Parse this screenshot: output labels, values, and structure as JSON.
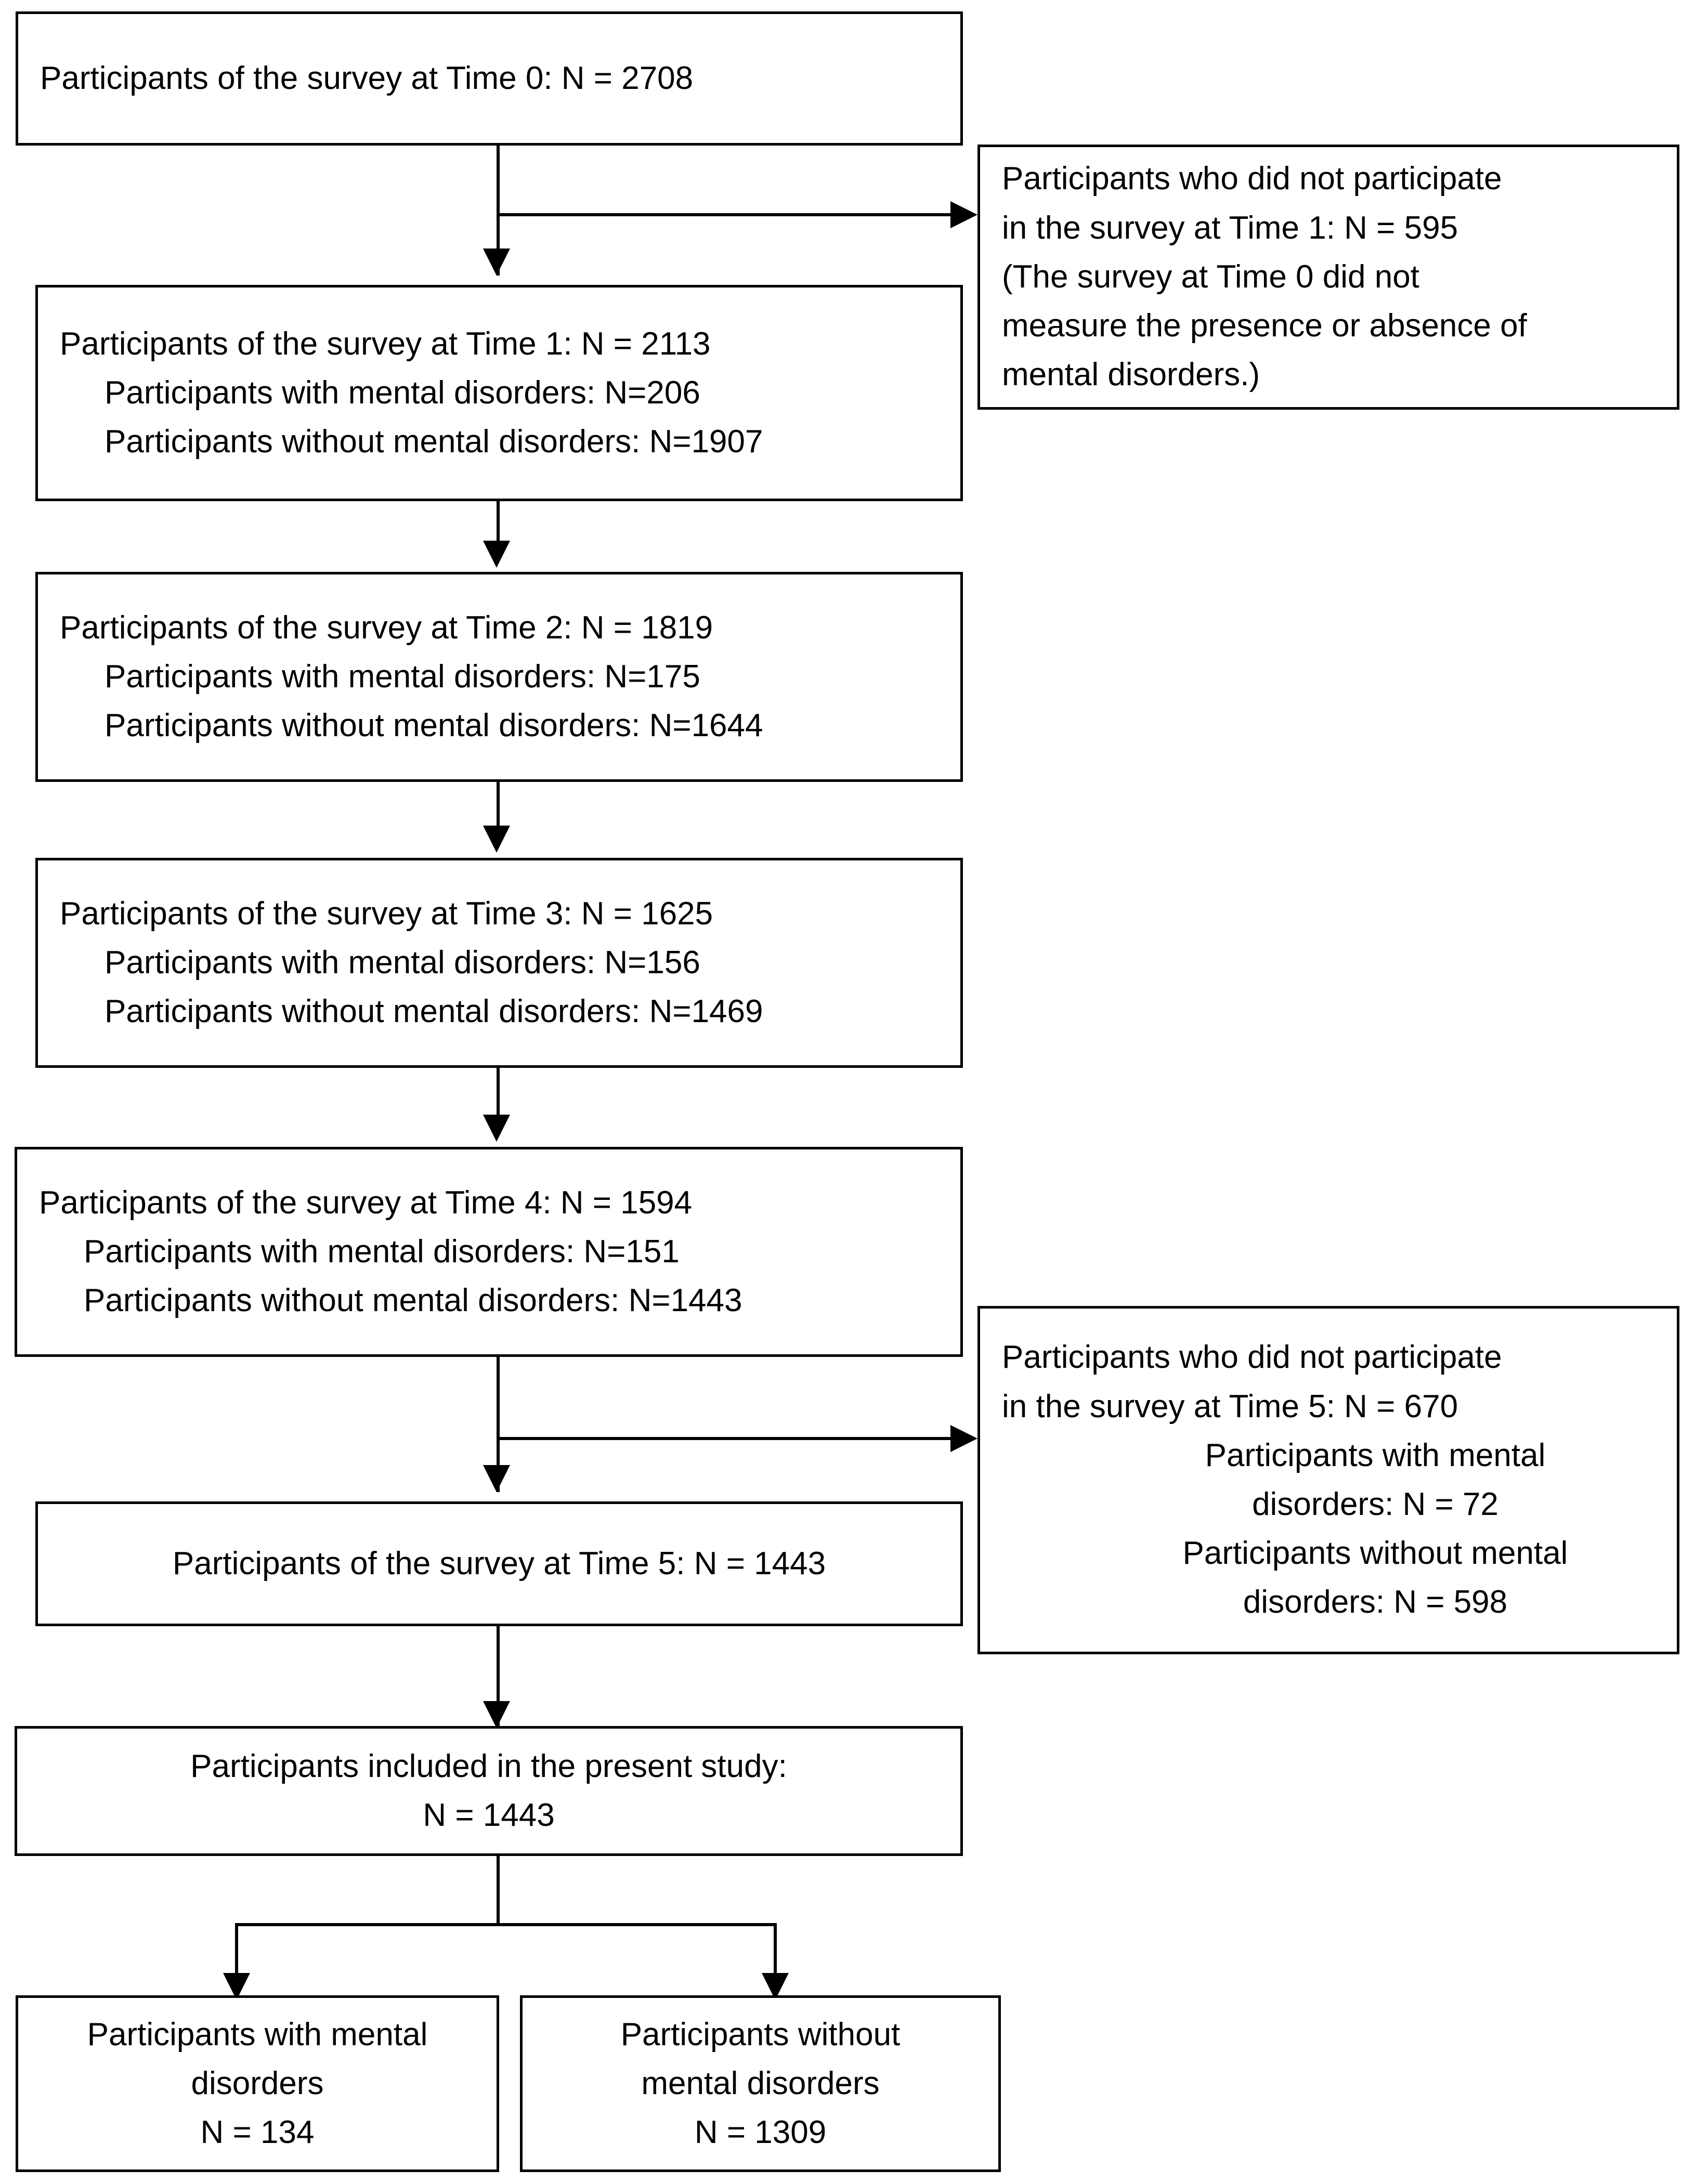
{
  "diagram": {
    "type": "participant-flow-chart",
    "boxes": {
      "time0": {
        "lines": [
          "Participants of the survey at Time 0: N = 2708"
        ]
      },
      "dropout_time1": {
        "lines": [
          "Participants who did not participate",
          "in the survey at Time 1: N = 595",
          "(The survey at Time 0 did not",
          "measure the presence or absence of",
          "mental disorders.)"
        ]
      },
      "time1": {
        "lines": [
          "Participants of the survey at Time 1: N = 2113",
          "Participants with mental disorders: N=206",
          "Participants without mental disorders: N=1907"
        ]
      },
      "time2": {
        "lines": [
          "Participants of the survey at Time 2: N = 1819",
          "Participants with mental disorders: N=175",
          "Participants without mental disorders: N=1644"
        ]
      },
      "time3": {
        "lines": [
          "Participants of the survey at Time 3: N = 1625",
          "Participants with mental disorders: N=156",
          "Participants without mental disorders: N=1469"
        ]
      },
      "time4": {
        "lines": [
          "Participants of the survey at Time 4: N = 1594",
          "Participants with mental disorders: N=151",
          "Participants without mental disorders: N=1443"
        ]
      },
      "dropout_time5": {
        "lines": [
          "Participants who did not participate",
          "in the survey at Time 5: N = 670",
          "Participants with mental",
          "disorders: N = 72",
          "Participants without mental",
          "disorders: N = 598"
        ]
      },
      "time5": {
        "lines": [
          "Participants of the survey at Time 5: N = 1443"
        ]
      },
      "included": {
        "lines": [
          "Participants included in the present study:",
          "N = 1443"
        ]
      },
      "with_disorders": {
        "lines": [
          "Participants with mental",
          "disorders",
          "N = 134"
        ]
      },
      "without_disorders": {
        "lines": [
          "Participants without",
          "mental disorders",
          "N = 1309"
        ]
      }
    }
  },
  "colors": {
    "stroke": "#000000",
    "background": "#ffffff",
    "text": "#000000"
  }
}
